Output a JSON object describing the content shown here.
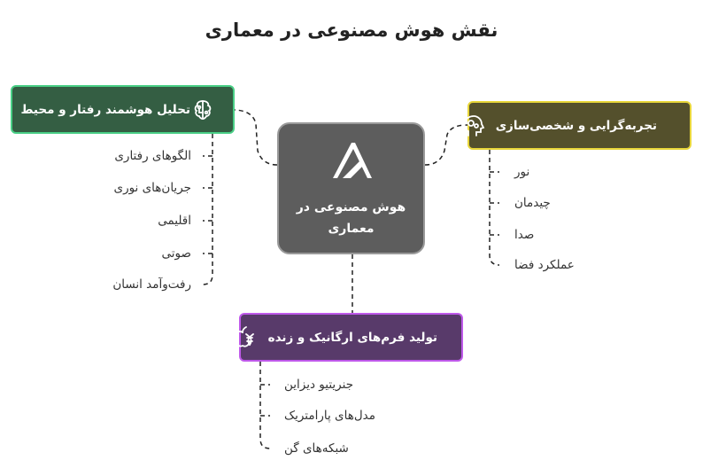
{
  "title": "نقش هوش مصنوعی در معماری",
  "center": {
    "label": "هوش مصنوعی در معماری",
    "icon": "autodesk-logo-icon"
  },
  "branches": {
    "behavior": {
      "label": "تحلیل هوشمند رفتار و محیط",
      "icon": "brain-circuit-icon",
      "items": [
        "الگوهای رفتاری",
        "جریان‌های نوری",
        "اقلیمی",
        "صوتی",
        "رفت‌وآمد انسان"
      ]
    },
    "experience": {
      "label": "تجربه‌گرایی و شخصی‌سازی",
      "icon": "head-gears-icon",
      "items": [
        "نور",
        "چیدمان",
        "صدا",
        "عملکرد فضا"
      ]
    },
    "forms": {
      "label": "تولید فرم‌های ارگانیک و زنده",
      "icon": "apple-dna-icon",
      "items": [
        "جنریتیو دیزاین",
        "مدل‌های پارامتریک",
        "شبکه‌های گن"
      ]
    }
  },
  "colors": {
    "center_fill": "#5d5d5d",
    "center_border": "#9a9a9a",
    "behavior_fill": "#345e43",
    "behavior_border": "#49cf86",
    "experience_fill": "#54502c",
    "experience_border": "#e8d63a",
    "forms_fill": "#583a6a",
    "forms_border": "#bf59ea",
    "connector": "#222222"
  }
}
